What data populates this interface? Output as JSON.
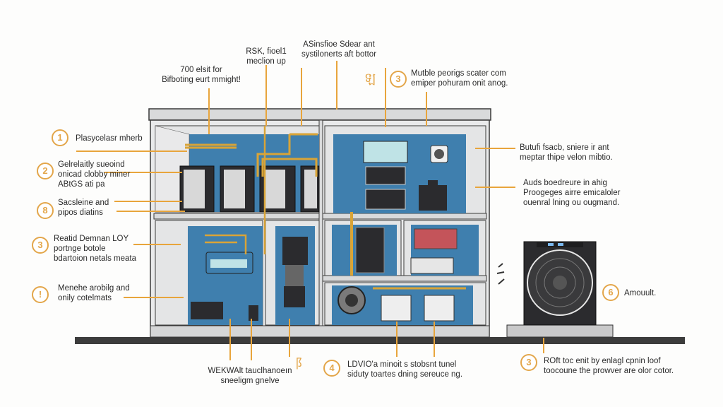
{
  "colors": {
    "leader": "#e8a53c",
    "cabinet_frame": "#d9dadb",
    "cabinet_edge": "#3a3a3a",
    "panel_blue": "#3f7fae",
    "side_wall": "#e4e5e6",
    "floor": "#3c3c3c",
    "device_dark": "#2b2b2e",
    "accent_red": "#c4545a",
    "lcd": "#bfe3e6",
    "fan_led": "#7ab8f0"
  },
  "labels": {
    "top_left": {
      "line1": "700 elsit for",
      "line2": "Bifboting eurt mmight!"
    },
    "top_mid": {
      "line1": "RSK, fioel1",
      "line2": "meclion up"
    },
    "top_center": {
      "line1": "ASinsfioe Sdear ant",
      "line2": "systilonerts aft bottor"
    },
    "top_right": {
      "number": "3",
      "line1": "Mutble peorigs scater com",
      "line2": "emiper pohuram onit anog.",
      "glyph": "ឡ"
    },
    "left_1": {
      "number": "1",
      "line1": "Plasycelasr mherb"
    },
    "left_2": {
      "number": "2",
      "line1": "Gelrelaitly sueoind",
      "line2": "onicad clobby miner",
      "line3": "ABtGS ati pa"
    },
    "left_3": {
      "number": "8",
      "line1": "Sacsleine and",
      "line2": "pipos diatins"
    },
    "left_4": {
      "number": "3",
      "line1": "Reatid Demnan LOY",
      "line2": "portnge botole",
      "line3": "bdartoion netals meata"
    },
    "left_5": {
      "number": "!",
      "line1": "Menehe arobilg and",
      "line2": "onily cotelmats"
    },
    "right_1": {
      "line1": "Butufi fsacb, sniere ir ant",
      "line2": "meptar thipe velon mibtio."
    },
    "right_2": {
      "line1": "Auds boedreure in ahig",
      "line2": "Proogeges airre emicaloler",
      "line3": "ouenral lning ou ougmand."
    },
    "right_fan": {
      "number": "6",
      "line1": "Amouult."
    },
    "bottom_left": {
      "line1": "WEKWAlt tauclhanoeın",
      "line2": "sneeligm gnelve",
      "glyph": "阝"
    },
    "bottom_mid": {
      "number": "4",
      "line1": "LDVIO'a minoit s stobsnt tunel",
      "line2": "siduty toartes dning sereuce ng."
    },
    "bottom_right": {
      "number": "3",
      "line1": "ROft toc enit by enlagl cpnin loof",
      "line2": "toocoune the prowver are olor cotor."
    }
  },
  "icons": {
    "miner": "asic-miner-icon",
    "fan": "cooling-fan-icon",
    "psu": "power-supply-icon",
    "display": "lcd-display-icon",
    "router": "network-switch-icon",
    "battery": "battery-icon"
  }
}
